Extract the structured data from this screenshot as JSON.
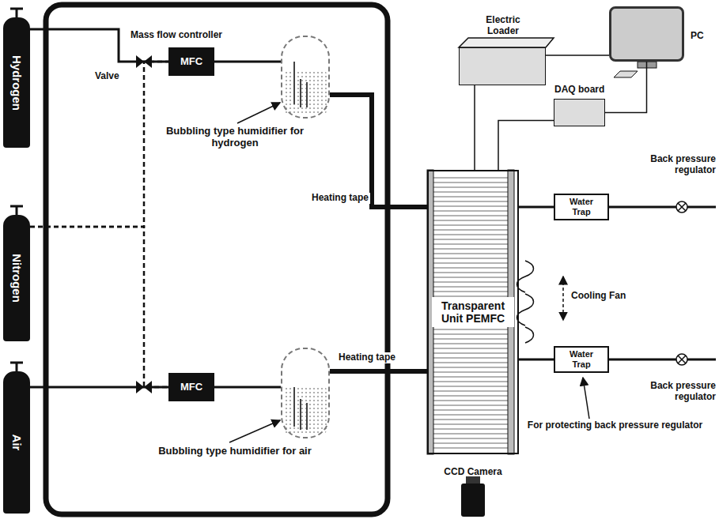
{
  "diagram": {
    "nodes": [
      {
        "text": [
          "Hydrogen"
        ]
      },
      {
        "text": [
          "Nitrogen"
        ]
      },
      {
        "text": [
          "Air"
        ]
      },
      {
        "text": [
          "MFC"
        ]
      },
      {
        "text": [
          "Bubbling type humidifier for hydrogen"
        ]
      },
      {
        "text": [
          "MFC"
        ]
      },
      {
        "text": [
          "Bubbling type humidifier for air"
        ]
      },
      {
        "text": [
          "Transparent Unit PEMFC"
        ]
      },
      {
        "text": [
          "Electric Loader"
        ]
      },
      {
        "text": [
          "PC"
        ]
      },
      {
        "text": [
          "DAQ board"
        ]
      },
      {
        "text": [
          "Water Trap"
        ]
      },
      {
        "text": [
          "Water Trap"
        ]
      },
      {
        "text": [
          "CCD Camera"
        ]
      }
    ],
    "edges": [
      {
        "from": 0,
        "to": 3,
        "arrow": "none"
      },
      {
        "from": 1,
        "to": 3,
        "arrow": "none"
      },
      {
        "from": 1,
        "to": 5,
        "arrow": "none"
      },
      {
        "from": 2,
        "to": 5,
        "arrow": "none"
      },
      {
        "from": 3,
        "to": 4,
        "arrow": "none"
      },
      {
        "from": 4,
        "to": 7,
        "arrow": "none"
      },
      {
        "from": 5,
        "to": 6,
        "arrow": "none"
      },
      {
        "from": 6,
        "to": 7,
        "arrow": "none"
      },
      {
        "from": 7,
        "to": 11,
        "arrow": "none"
      },
      {
        "from": 7,
        "to": 12,
        "arrow": "none"
      },
      {
        "from": 8,
        "to": 7,
        "arrow": "none"
      },
      {
        "from": 10,
        "to": 7,
        "arrow": "none"
      },
      {
        "from": 9,
        "to": 8,
        "arrow": "none"
      },
      {
        "from": 9,
        "to": 10,
        "arrow": "none"
      }
    ],
    "labels": [
      "Mass flow controller",
      "Valve",
      "Heating tape",
      "Heating tape",
      "Back pressure regulator",
      "Cooling Fan",
      "Back pressure regulator",
      "For protecting back pressure regulator"
    ]
  }
}
